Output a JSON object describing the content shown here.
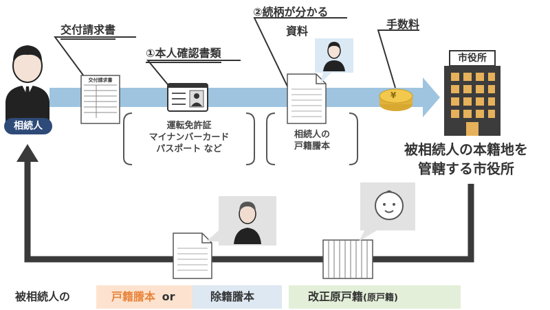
{
  "labels": {
    "request_form": "交付請求書",
    "id_docs": "①本人確認書類",
    "relationship_docs_line1": "②続柄が分かる",
    "relationship_docs_line2": "資料",
    "fee": "手数料",
    "city_hall_sign": "市役所",
    "heir": "相続人",
    "form_header": "交付請求書",
    "id_list": [
      "運転免許証",
      "マイナンバーカード",
      "パスポート など"
    ],
    "heir_koseki": [
      "相続人の",
      "戸籍謄本"
    ],
    "destination": [
      "被相続人の本籍地を",
      "管轄する市役所"
    ],
    "fee_coin": "¥"
  },
  "bottom_band": {
    "prefix": "被相続人の",
    "koseki": "戸籍謄本",
    "or": "or",
    "joseki": "除籍謄本",
    "kaisei": "改正原戸籍",
    "kaisei_paren": "(原戸籍)"
  },
  "colors": {
    "arrow_blue": "#9ec4e0",
    "dark_arrow": "#3a3a3a",
    "band_orange": "#fde3cf",
    "band_blue": "#dde8f2",
    "band_green": "#e3efd8",
    "text_orange": "#e8833a",
    "heir_badge": "#2e4a78",
    "building": "#3c3c3c",
    "coin": "#f2c94c"
  }
}
